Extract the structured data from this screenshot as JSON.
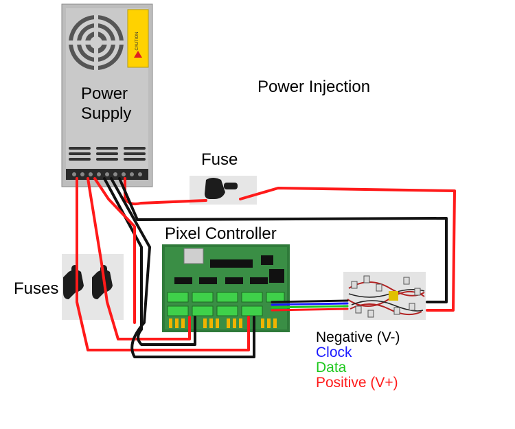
{
  "title": "Power Injection",
  "labels": {
    "power_supply_line1": "Power",
    "power_supply_line2": "Supply",
    "fuse": "Fuse",
    "fuses": "Fuses",
    "pixel_controller": "Pixel Controller"
  },
  "psu_caution_text": "CAUTION",
  "legend": [
    {
      "text": "Negative (V-)",
      "color": "#000000"
    },
    {
      "text": "Clock",
      "color": "#1a1aff"
    },
    {
      "text": "Data",
      "color": "#1ec81e"
    },
    {
      "text": "Positive (V+)",
      "color": "#ff1a1a"
    }
  ],
  "wire_colors": {
    "positive": "#ff1a1a",
    "negative": "#111111",
    "clock": "#1a1aff",
    "data": "#1ec81e"
  },
  "components": [
    "power-supply",
    "inline-fuse",
    "branch-fuse",
    "branch-fuse",
    "pixel-controller",
    "led-pixel-string"
  ]
}
